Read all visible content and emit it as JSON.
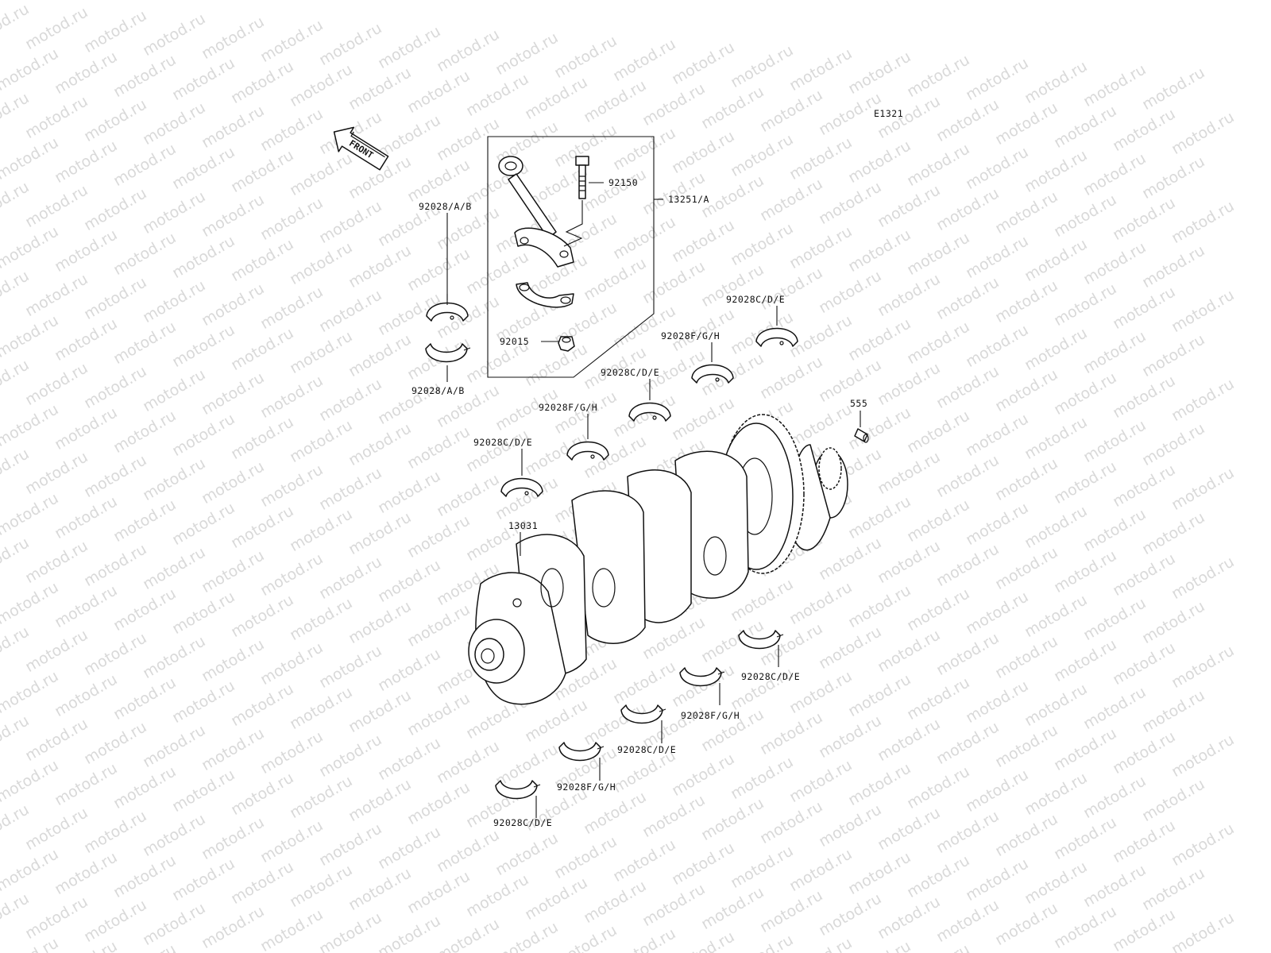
{
  "watermark_text": "motod.ru",
  "diagram_code": "E1321",
  "front_arrow_label": "FRONT",
  "labels": {
    "bolt": "92150",
    "conrod_assy": "13251/A",
    "conrod_bearing_upper": "92028/A/B",
    "conrod_bearing_lower": "92028/A/B",
    "nut": "92015",
    "crankshaft": "13031",
    "pin": "555",
    "upper_cde_1": "92028C/D/E",
    "upper_fgh_1": "92028F/G/H",
    "upper_cde_2": "92028C/D/E",
    "upper_fgh_2": "92028F/G/H",
    "upper_cde_3": "92028C/D/E",
    "lower_cde_1": "92028C/D/E",
    "lower_fgh_1": "92028F/G/H",
    "lower_cde_2": "92028C/D/E",
    "lower_fgh_2": "92028F/G/H",
    "lower_cde_3": "92028C/D/E"
  },
  "colors": {
    "line": "#111111",
    "watermark": "#d9d9d9",
    "background": "#ffffff"
  }
}
